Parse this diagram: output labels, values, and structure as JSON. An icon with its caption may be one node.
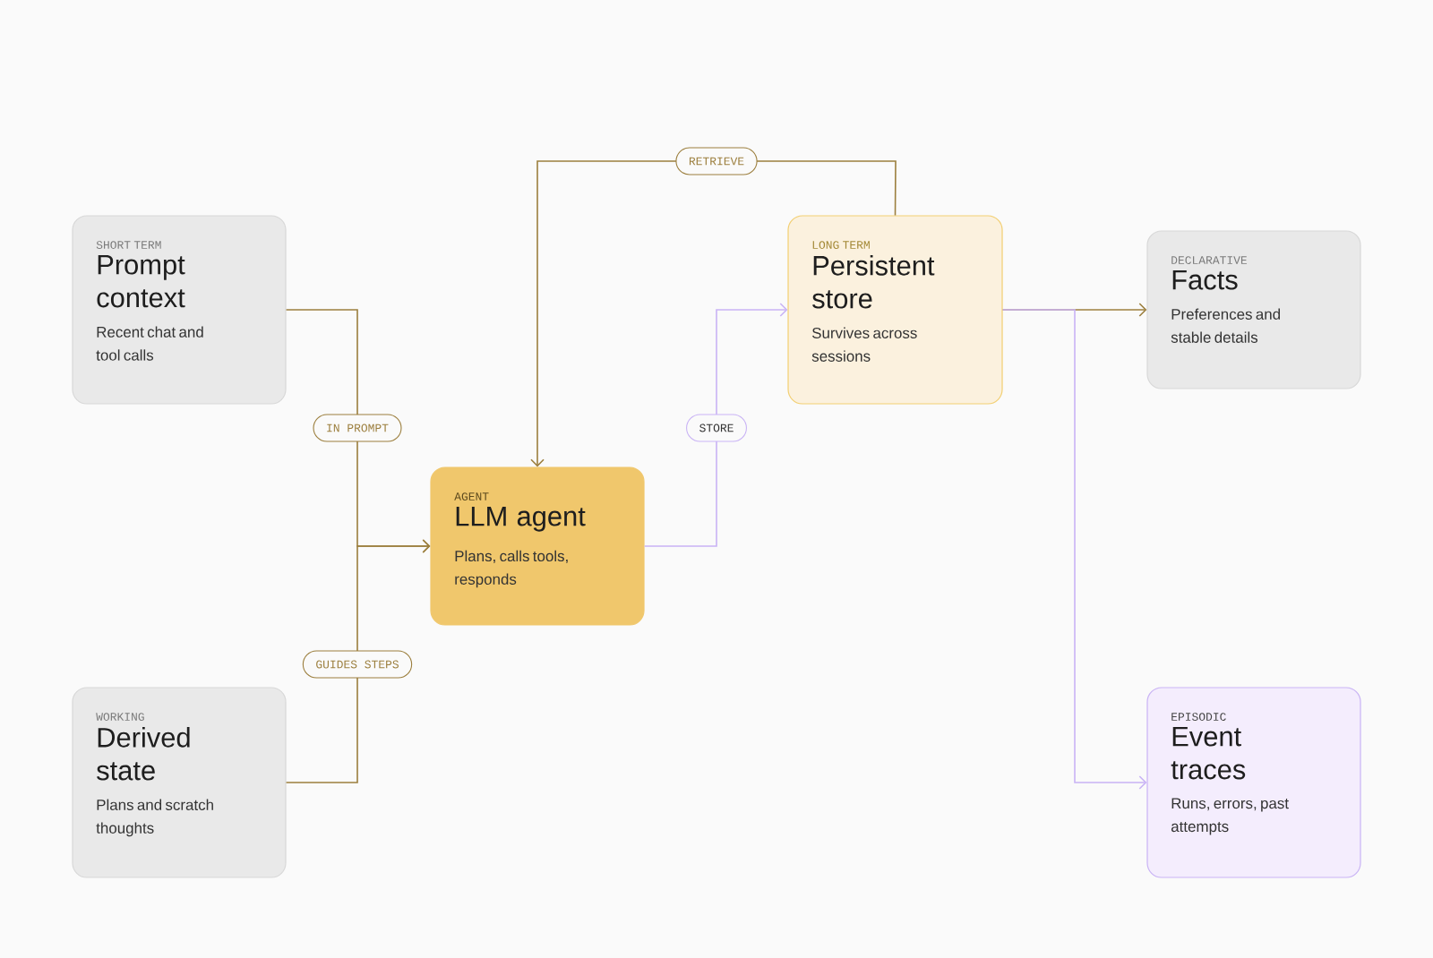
{
  "diagram": {
    "nodes": [
      {
        "text": [
          "SHORT TERM",
          "Prompt context",
          "Recent chat and tool calls"
        ]
      },
      {
        "text": [
          "WORKING",
          "Derived state",
          "Plans and scratch thoughts"
        ]
      },
      {
        "text": [
          "AGENT",
          "LLM agent",
          "Plans, calls tools, responds"
        ]
      },
      {
        "text": [
          "LONG TERM",
          "Persistent store",
          "Survives across sessions"
        ]
      },
      {
        "text": [
          "DECLARATIVE",
          "Facts",
          "Preferences and stable details"
        ]
      },
      {
        "text": [
          "EPISODIC",
          "Event traces",
          "Runs, errors, past attempts"
        ]
      }
    ],
    "edges": [
      {
        "from": 0,
        "to": 2,
        "arrow": "to",
        "label": "IN PROMPT"
      },
      {
        "from": 1,
        "to": 2,
        "arrow": "to",
        "label": "GUIDES STEPS"
      },
      {
        "from": 3,
        "to": 2,
        "arrow": "to",
        "label": "RETRIEVE"
      },
      {
        "from": 2,
        "to": 3,
        "arrow": "to",
        "label": "STORE",
        "color": "#c9b3f5"
      },
      {
        "from": 3,
        "to": 4,
        "arrow": "to"
      },
      {
        "from": 3,
        "to": 5,
        "arrow": "to",
        "color": "#c9b3f5"
      }
    ]
  }
}
